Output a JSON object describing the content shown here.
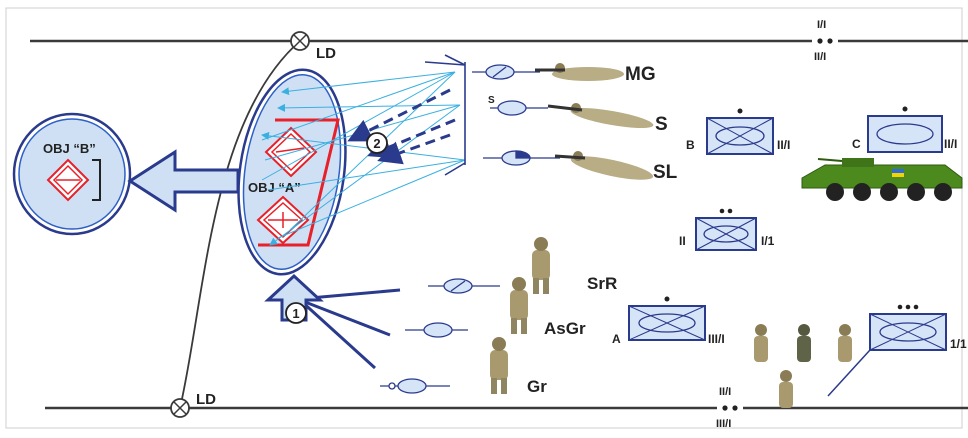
{
  "labels": {
    "ld_top": "LD",
    "ld_bottom": "LD",
    "obj_a": "OBJ “A”",
    "obj_b": "OBJ “B”",
    "step_1": "1",
    "step_2": "2",
    "mg": "MG",
    "s": "S",
    "s_small": "S",
    "sl": "SL",
    "srr": "SrR",
    "asgr": "AsGr",
    "gr": "Gr"
  },
  "boundaries": {
    "top_upper": "I/I",
    "top_lower": "II/I",
    "bottom_upper": "II/I",
    "bottom_lower": "III/I"
  },
  "units": {
    "b_left": "B",
    "b_right": "II/I",
    "c_left": "C",
    "c_right": "II/I",
    "ii_left": "II",
    "ii_right": "I/1",
    "a_left": "A",
    "a_right": "III/I",
    "r_right": "1/1"
  },
  "colors": {
    "unit_fill": "#d6e4f7",
    "unit_stroke": "#2a3a8c",
    "ellipse_fill": "#cfe0f5",
    "ellipse_stroke": "#2f5fc4",
    "objective_red": "#e8202a",
    "arrow_navy": "#2a3a8c",
    "fire_line": "#3ab0e0",
    "vehicle_green": "#4c8a1e"
  }
}
